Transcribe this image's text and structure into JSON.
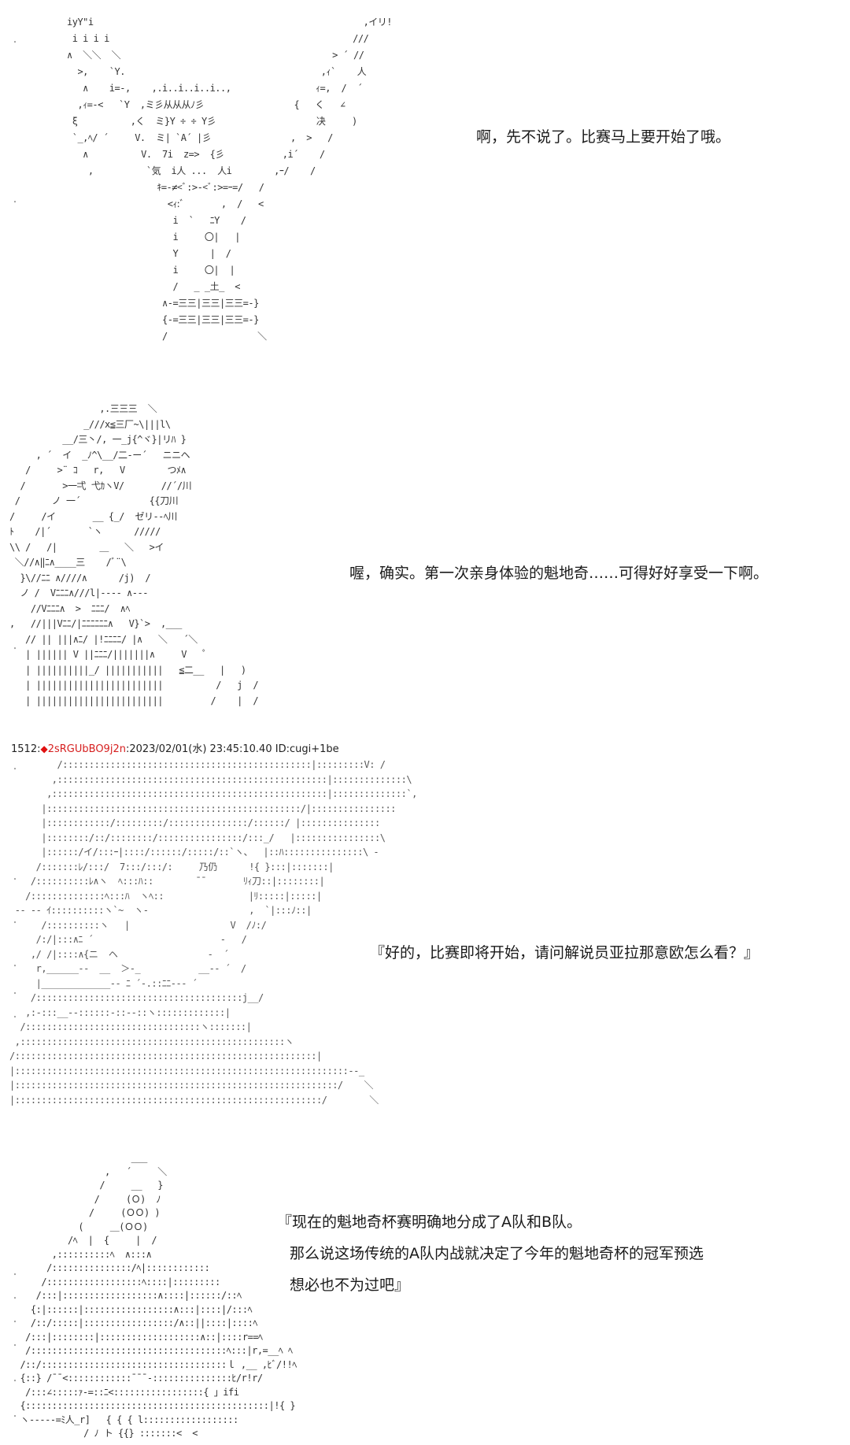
{
  "panels": [
    {
      "id": 1,
      "dialogue": [
        "啊，先不说了。比赛马上要开始了哦。"
      ],
      "art": "iyY\"i                                                   ,イリ!\n i i i i                                              ///\n∧  ＼＼  ＼                                        > ´ //\n  >,    `Y.                                     ,ｨ`    人\n   ∧    i=-,    ,.i..i..i..i..,                ｨ=,  /  ´\n  ,ｨ=-<   `Y  ,ミ彡从从从ﾉ彡                 {   く   ∠\n ξ          ,く  ミ}Y ÷ ÷ Y彡                   决     )\n `_,ﾍ/ ´     V.  ミ| `A´ |彡               ,  >   /\n   ∧          V.  7i  z=>  {彡           ,i´    /\n    ,          `気  i人 ...  人i        ,ｰ/    /\n                 ｷ=-≠<ﾞ:>-<ﾞ:>=ｰ=/   /\n                   <ｨ:ﾞ       ,  /   <\n                    i  `   ﾆY    /\n                    i     〇|   |\n                    Y      |  /\n                    i     〇|  |\n                    /   _ _土_  <\n                  ∧-=三三|三三|三三=-}\n                  {-=三三|三三|三三=-}\n                  /                 ＼"
    },
    {
      "id": 2,
      "dialogue": [
        "喔，确实。第一次亲身体验的魁地奇……可得好好享受一下啊。"
      ],
      "art": "                 ,.三三三  ＼\n              _///x≦三厂~\\|||l\\\n          __/三丶/, 一_j{^ヾ}|リﾊ }\n     , ´  イ  _ﾉ^\\__/二-ー´   ニニヘ\n   /     >¨ ｺ   r,   V        つﾒ∧\n  /       >一弌 弋ｶヽV/       //´/川\n /      ノ 一´             {{刀川\n/     /イ       __ {_/  ゼリ--ﾍ川\nﾄ    /|´       `ヽ      /////\n\\\\ /   /|        ＿   ＼   >イ\n ＼//∧‖ﾆ∧____三    /ﾞ¨\\\n  }\\//ﾆﾆ ∧////∧      /j)  /\n  ノ /  Vﾆﾆﾆ∧///l|---- ∧---\n    //Vﾆﾆﾆ∧  >  ﾆﾆﾆ/  ∧ﾍ\n,   //|||Vﾆﾆ/|ﾆﾆﾆﾆﾆﾆ∧   V}`>  ,___\n   // || |||∧ﾆ/ |!ﾆﾆﾆﾆ/ |∧   ＼   ´＼\n   | |||||| V ||ﾆﾆﾆ/|||||||∧     V   ﾟ\n   | ||||||||||_/ |||||||||||   ≦二__   |   )\n   | ||||||||||||||||||||||||          /   j  /\n   | ||||||||||||||||||||||||         /    |  /"
    },
    {
      "id": 3,
      "post_header": {
        "number": "1512",
        "separator": ":",
        "diamond": "◆",
        "trip": "2sRGUbBO9j2n",
        "datetime": ":2023/02/01(水) 23:45:10.40",
        "id": "ID:cugi+1be"
      },
      "dialogue": [
        "『好的，比赛即将开始，请问解说员亚拉那意欧怎么看？』"
      ],
      "art": "         /:::::::::::::::::::::::::::::::::::::::::::::::|:::::::::V: /\n        ,:::::::::::::::::::::::::::::::::::::::::::::::::::|::::::::::::::\\\n       ,::::::::::::::::::::::::::::::::::::::::::::::::::::|::::::::::::::`,\n      |::::::::::::::::::::::::::::::::::::::::::::::::/|::::::::::::::::\n      |::::::::::::/:::::::::/:::::::::::::::/::::::/ |:::::::::::::::\n      |::::::::/::/::::::::/::::::::::::::::/:::_/   |::::::::::::::::\\\n      |::::::/イ/:::ｰ|::::/::::::/:::::/::`ヽ、  |::ﾊ:::::::::::::::\\ -\n     /:::::::ﾚ/:::/  7:::/:::/:     乃仍      !{ }:::|:::::::|\n    /::::::::::ﾚ∧ヽ  ﾍ:::ﾊ::        ¯¯       ﾘｨ刀::|::::::::|\n   /::::::::::::::ﾍ:::ﾊ  ヽﾍ::                |ﾘ:::::|:::::|\n -- -- ｲ::::::::::ヽ`~  ヽ-                   ,  `|:::ﾉ::|\n      /::::::::::ヽ   |                   V  /ﾉ:/\n     /:/|:::∧ﾆ ´                        -   /\n    ,/ /|::::∧{ニ  ヘ                 -  ´\n     r,______--  __  ＞-_           __-- ´  /\n     |_____________-- ﾆ ´-.::ﾆﾆ--- ´\n    /:::::::::::::::::::::::::::::::::::::::j__/\n   ,:-:::__--::::::-::--::ヽ:::::::::::::|\n  /:::::::::::::::::::::::::::::::::ヽ:::::::|\n ,::::::::::::::::::::::::::::::::::::::::::::::::::ヽ\n/:::::::::::::::::::::::::::::::::::::::::::::::::::::::::|\n|:::::::::::::::::::::::::::::::::::::::::::::::::::::::::::::::--_\n|:::::::::::::::::::::::::::::::::::::::::::::::::::::::::::::/    ＼\n|::::::::::::::::::::::::::::::::::::::::::::::::::::::::::/        ＼"
    },
    {
      "id": 4,
      "dialogue": [
        "『现在的魁地奇杯赛明确地分成了A队和B队。",
        "那么说这场传统的A队内战就决定了今年的魁地奇杯的冠军预选",
        "想必也不为过吧』"
      ],
      "art": "                       ___\n                  ,   ´     ＼\n                 /     __   }\n                /     (Ｏ)  ﾉ\n               /     (ＯＯ) )\n             (     ＿(ＯＯ)\n           /ﾍ  |  {     |  /\n        ,::::::::::ﾍ  ∧:::∧\n       /:::::::::::::::/ﾍ|::::::::::::\n      /::::::::::::::::::ﾍ::::|:::::::::\n     /:::|::::::::::::::::::∧::::|::::::/::ﾍ\n    {:|::::::|:::::::::::::::::∧:::|::::|/:::ﾍ\n    /::/:::::|:::::::::::::::::/∧::||::::|::::ﾍ\n   /:::|::::::::|:::::::::::::::::::∧::|::::r==ﾍ\n   /:::::::::::::::::::::::::::::::::::::ﾍ:::|r,=__ﾍ ﾍ\n  /::/:::::::::::::::::::::::::::::::::::ｌ ,__ ,ﾋﾞ/!!ﾍ\n  {::} /¯¯<::::::::::::¯¯¯-:::::::::::::::ﾋ/r!r/\n   /:::∠:::::ｧ-=::ﾆ<:::::::::::::::::{ 」ifi\n  {::::::::::::::::::::::::::::::::::::::::::::::|!{ }\n  ヽ-----=ﾐ人_r]   { { { l::::::::::::::::::\n              / ﾉ ト {{} :::::::<  <"
    }
  ],
  "margin_marks": [
    "・",
    "・",
    "・",
    "・",
    "・",
    "・",
    "・",
    "・",
    "・",
    "・",
    "・",
    "・",
    "・",
    "・",
    "・"
  ]
}
